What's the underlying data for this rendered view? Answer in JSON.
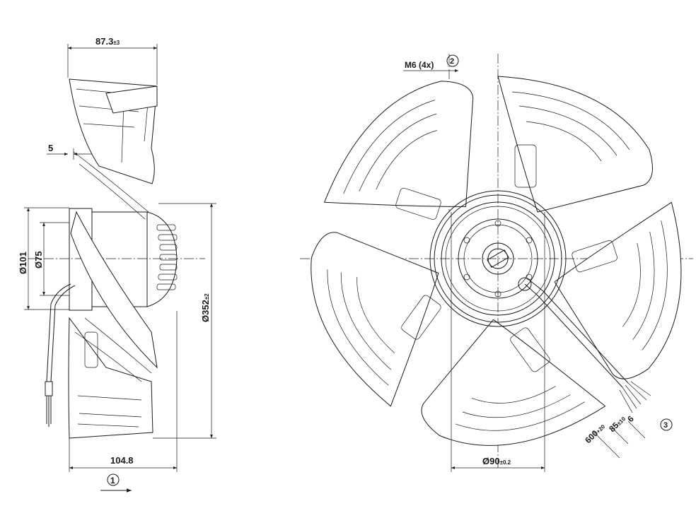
{
  "side_view": {
    "dim_depth": {
      "value": "87.3",
      "tol": "±3"
    },
    "dim_offset": "5",
    "dim_d101": "Ø101",
    "dim_d75": "Ø75",
    "dim_width": "104.8",
    "dim_diameter": {
      "value": "Ø352",
      "tol": "±2"
    },
    "airflow_marker": "1"
  },
  "front_view": {
    "screw_label": "M6 (4x)",
    "screw_marker": "2",
    "hub_diameter": {
      "value": "Ø90",
      "tol": "±0.2"
    },
    "cable_length": {
      "value": "600",
      "tol": "+20"
    },
    "strip_length": {
      "value": "85",
      "tol": "±10"
    },
    "wire_end": "6",
    "cable_marker": "3"
  },
  "colors": {
    "line": "#1a1a1a",
    "background": "#ffffff"
  }
}
